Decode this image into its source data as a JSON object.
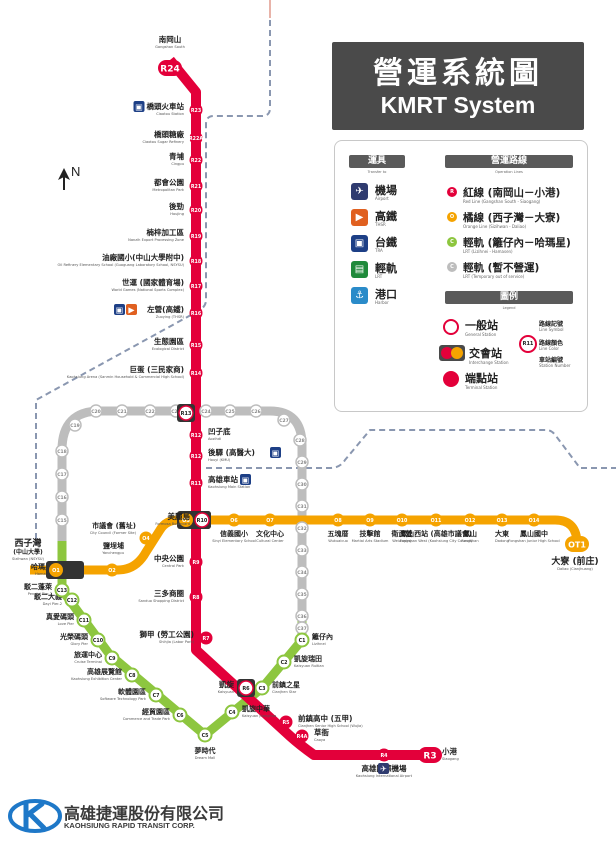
{
  "title": {
    "zh": "營運系統圖",
    "en": "KMRT System"
  },
  "north_label": "N",
  "legend": {
    "transfer_header": "運具",
    "transfer_header_en": "Transfer to",
    "transfer": [
      {
        "zh": "機場",
        "en": "Airport",
        "color": "#2f3b6f",
        "icon": "airplane-icon",
        "glyph": "✈"
      },
      {
        "zh": "高鐵",
        "en": "THSR",
        "color": "#e06020",
        "icon": "thsr-train-icon",
        "glyph": "▶"
      },
      {
        "zh": "台鐵",
        "en": "TRA",
        "color": "#1d3f86",
        "icon": "tra-train-icon",
        "glyph": "▣"
      },
      {
        "zh": "輕軌",
        "en": "LRT",
        "color": "#1f8a3b",
        "icon": "lrt-tram-icon",
        "glyph": "▤"
      },
      {
        "zh": "港口",
        "en": "Harbor",
        "color": "#2a8bc9",
        "icon": "harbor-ship-icon",
        "glyph": "⚓"
      }
    ],
    "lines_header": "營運路線",
    "lines_header_en": "Operation Lines",
    "lines": [
      {
        "zh": "紅線 (南岡山－小港)",
        "en": "Red Line (Gangshan South - Siaogang)",
        "color": "#e3003a",
        "code": "R"
      },
      {
        "zh": "橘線 (西子灣－大寮)",
        "en": "Orange Line (Sizihwan - Daliao)",
        "color": "#f5a300",
        "code": "O"
      },
      {
        "zh": "輕軌 (籬仔內－哈瑪星)",
        "en": "LRT (Lizihnei - Hamasen)",
        "color": "#8dc63f",
        "code": "C"
      },
      {
        "zh": "輕軌 (暫不營運)",
        "en": "LRT (Temporary out of service)",
        "color": "#bdbdbd",
        "code": "C"
      }
    ],
    "key_header": "圖例",
    "key_header_en": "Legend",
    "general_station": {
      "zh": "一般站",
      "en": "General Station"
    },
    "interchange_station": {
      "zh": "交會站",
      "en": "Interchange Station"
    },
    "terminal_station": {
      "zh": "端點站",
      "en": "Terminal Station"
    },
    "line_symbol": "路線記號",
    "line_symbol_en": "Line Symbol",
    "line_color": "路線顏色",
    "line_color_en": "Line Color",
    "station_number": "車站編號",
    "station_number_en": "Station Number",
    "sample_code": "R11"
  },
  "company": {
    "zh": "高雄捷運股份有限公司",
    "en": "KAOHSIUNG RAPID TRANSIT CORP."
  },
  "colors": {
    "red": "#e3003a",
    "orange": "#f5a300",
    "green": "#8dc63f",
    "gray": "#bdbdbd",
    "dashed": "#8a97b0",
    "dark": "#4a4a4a"
  },
  "red_line": [
    {
      "code": "R24",
      "zh": "南岡山",
      "en": "Gangshan South",
      "terminal": true
    },
    {
      "code": "R23",
      "zh": "橋頭火車站",
      "en": "Ciaotou Station",
      "transfer": [
        "tra"
      ]
    },
    {
      "code": "R22A",
      "zh": "橋頭糖廠",
      "en": "Ciaotou Sugar Refinery"
    },
    {
      "code": "R22",
      "zh": "青埔",
      "en": "Cingpu"
    },
    {
      "code": "R21",
      "zh": "都會公園",
      "en": "Metropolitan Park"
    },
    {
      "code": "R20",
      "zh": "後勁",
      "en": "Houjing"
    },
    {
      "code": "R19",
      "zh": "楠梓加工區",
      "en": "Nanzih Export Processing Zone"
    },
    {
      "code": "R18",
      "zh": "油廠國小(中山大學附中)",
      "en": "Oil Refinery Elementary School (Guoguang Laboratory School, NSYSU)"
    },
    {
      "code": "R17",
      "zh": "世運 (國家體育場)",
      "en": "World Games (National Sports Complex)"
    },
    {
      "code": "R16",
      "zh": "左營(高鐵)",
      "en": "Zuoying (THSR)",
      "transfer": [
        "thsr",
        "tra"
      ]
    },
    {
      "code": "R15",
      "zh": "生態園區",
      "en": "Ecological District"
    },
    {
      "code": "R14",
      "zh": "巨蛋 (三民家商)",
      "en": "Kaohsiung Arena (Sanmin Household & Commercial High School)"
    },
    {
      "code": "R13",
      "zh": "",
      "en": "",
      "interchange": true
    },
    {
      "code": "R12",
      "zh": "凹子底",
      "en": "Aozihdi"
    },
    {
      "code": "R12",
      "zh": "後驛 (高醫大)",
      "en": "Houyi (KMU)",
      "transfer": [
        "tra"
      ]
    },
    {
      "code": "R11",
      "zh": "高雄車站",
      "en": "Kaohsiung Main Station",
      "transfer": [
        "tra"
      ]
    },
    {
      "code": "R10",
      "zh": "美麗島",
      "en": "Formosa Boulevard",
      "interchange": true
    },
    {
      "code": "R9",
      "zh": "中央公園",
      "en": "Central Park"
    },
    {
      "code": "R8",
      "zh": "三多商圈",
      "en": "Sanduo Shopping District"
    },
    {
      "code": "R7",
      "zh": "獅甲 (勞工公園)",
      "en": "Shihjia (Labor Park)"
    },
    {
      "code": "R6",
      "zh": "凱旋",
      "en": "Kaisyuan",
      "interchange": true
    },
    {
      "code": "R5",
      "zh": "前鎮高中 (五甲)",
      "en": "Cianjhen Senior High School (Wujia)"
    },
    {
      "code": "R4A",
      "zh": "草衙",
      "en": "Caoya"
    },
    {
      "code": "R4",
      "zh": "高雄國際機場",
      "en": "Kaohsiung International Airport",
      "transfer": [
        "airport"
      ]
    },
    {
      "code": "R3",
      "zh": "小港",
      "en": "Siaogang",
      "terminal": true
    }
  ],
  "orange_line": [
    {
      "code": "O1",
      "zh": "西子灣",
      "en": "Sizihwan (NSYSU)",
      "sub": "(中山大學)"
    },
    {
      "code": "O2",
      "zh": "鹽埕埔",
      "en": "Yanchengpu"
    },
    {
      "code": "O4",
      "zh": "市議會 (舊址)",
      "en": "City Council (Former Site)"
    },
    {
      "code": "O5",
      "zh": "",
      "en": ""
    },
    {
      "code": "O6",
      "zh": "信義國小",
      "en": "Sinyi Elementary School"
    },
    {
      "code": "O7",
      "zh": "文化中心",
      "en": "Cultural Center"
    },
    {
      "code": "O8",
      "zh": "五塊厝",
      "en": "Wukuaicuo"
    },
    {
      "code": "O9",
      "zh": "技擊館",
      "en": "Martial Arts Stadium"
    },
    {
      "code": "O10",
      "zh": "衛武營",
      "en": "Weiwuying"
    },
    {
      "code": "O11",
      "zh": "鳳山西站 (高雄市議會)",
      "en": "Fongshan West (Kaohsiung City Council)"
    },
    {
      "code": "O12",
      "zh": "鳳山",
      "en": "Fongshan"
    },
    {
      "code": "O13",
      "zh": "大東",
      "en": "Dadong"
    },
    {
      "code": "O14",
      "zh": "鳳山國中",
      "en": "Fongshan Junior High School"
    },
    {
      "code": "OT1",
      "zh": "大寮 (前庄)",
      "en": "Daliao (Cianjhuang)",
      "terminal": true
    }
  ],
  "lrt_labels": [
    {
      "code": "C1",
      "zh": "籬仔內",
      "en": "Lizihnei"
    },
    {
      "code": "C2",
      "zh": "凱旋瑞田",
      "en": "Kaisyuan Ruitian"
    },
    {
      "code": "C3",
      "zh": "前鎮之星",
      "en": "Cianjhen Star"
    },
    {
      "code": "C4",
      "zh": "凱旋中華",
      "en": "Kaisyuan Jhonghua"
    },
    {
      "code": "C5",
      "zh": "夢時代",
      "en": "Dream Mall"
    },
    {
      "code": "C6",
      "zh": "經貿園區",
      "en": "Commerce and Trade Park"
    },
    {
      "code": "C7",
      "zh": "軟體園區",
      "en": "Software Technology Park"
    },
    {
      "code": "C8",
      "zh": "高雄展覽館",
      "en": "Kaohsiung Exhibition Center"
    },
    {
      "code": "C9",
      "zh": "旅運中心",
      "en": "Cruise Terminal"
    },
    {
      "code": "C10",
      "zh": "光榮碼頭",
      "en": "Glory Pier"
    },
    {
      "code": "C11",
      "zh": "真愛碼頭",
      "en": "Love Pier"
    },
    {
      "code": "C12",
      "zh": "駁二大義",
      "en": "Dayi Pier-2"
    },
    {
      "code": "C13",
      "zh": "駁二蓬萊",
      "en": "Penglai Pier-2"
    },
    {
      "code": "C14",
      "zh": "哈瑪星",
      "en": "Hamasen"
    }
  ],
  "lrt_gray_codes": [
    "C15",
    "C16",
    "C17",
    "C18",
    "C19",
    "C20",
    "C21",
    "C22",
    "C23",
    "C24",
    "C25",
    "C26",
    "C27",
    "C28",
    "C29",
    "C30",
    "C31",
    "C32",
    "C33",
    "C34",
    "C35",
    "C36",
    "C37"
  ]
}
